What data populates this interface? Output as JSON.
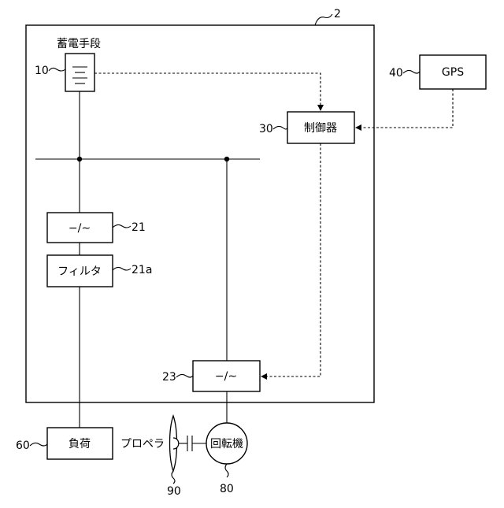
{
  "system": {
    "ref": "2"
  },
  "storage": {
    "title": "蓄電手段",
    "ref": "10"
  },
  "controller": {
    "label": "制御器",
    "ref": "30"
  },
  "gps": {
    "label": "GPS",
    "ref": "40"
  },
  "converter_21": {
    "label": "−/∼",
    "ref": "21"
  },
  "filter": {
    "label": "フィルタ",
    "ref": "21a"
  },
  "converter_23": {
    "label": "−/∼",
    "ref": "23"
  },
  "load": {
    "label": "負荷",
    "ref": "60"
  },
  "propeller": {
    "label": "プロペラ",
    "ref": "90"
  },
  "rotating_machine": {
    "label": "回転機",
    "ref": "80"
  }
}
